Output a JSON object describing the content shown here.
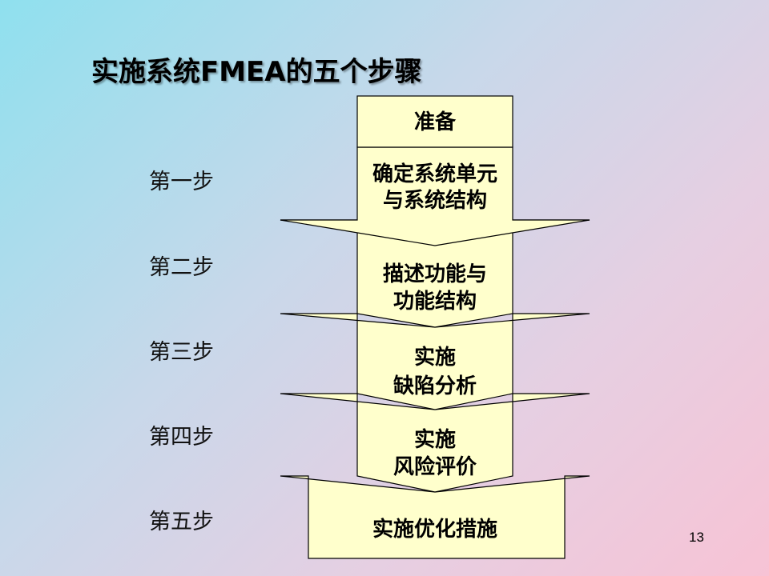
{
  "slide": {
    "title": "实施系统FMEA的五个步骤",
    "page_number": "13"
  },
  "steps": {
    "labels": [
      "第一步",
      "第二步",
      "第三步",
      "第四步",
      "第五步"
    ]
  },
  "flow": {
    "prep": "准备",
    "step1": [
      "确定系统单元",
      "与系统结构"
    ],
    "step2": [
      "描述功能与",
      "功能结构"
    ],
    "step3": [
      "实施",
      "缺陷分析"
    ],
    "step4": [
      "实施",
      "风险评价"
    ],
    "step5": "实施优化措施"
  },
  "colors": {
    "box_fill": "#ffffcc",
    "box_stroke": "#000000"
  }
}
